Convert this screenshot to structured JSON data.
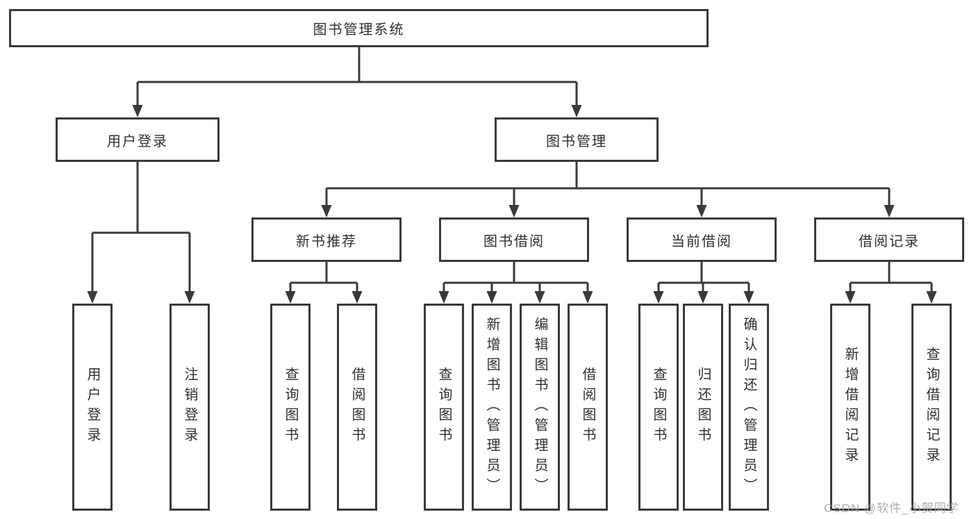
{
  "tree": {
    "root": {
      "label": "图书管理系统"
    },
    "branches": [
      {
        "label": "用户登录",
        "children": [
          {
            "label": "用户登录"
          },
          {
            "label": "注销登录"
          }
        ]
      },
      {
        "label": "图书管理",
        "groups": [
          {
            "label": "新书推荐",
            "children": [
              {
                "label": "查询图书"
              },
              {
                "label": "借阅图书"
              }
            ]
          },
          {
            "label": "图书借阅",
            "children": [
              {
                "label": "查询图书"
              },
              {
                "label": "新增图书（管理员）"
              },
              {
                "label": "编辑图书（管理员）"
              },
              {
                "label": "借阅图书"
              }
            ]
          },
          {
            "label": "当前借阅",
            "children": [
              {
                "label": "查询图书"
              },
              {
                "label": "归还图书"
              },
              {
                "label": "确认归还（管理员）"
              }
            ]
          },
          {
            "label": "借阅记录",
            "children": [
              {
                "label": "新增借阅记录"
              },
              {
                "label": "查询借阅记录"
              }
            ]
          }
        ]
      }
    ]
  },
  "watermark": {
    "text": "CSDN @软件_小贺同学"
  },
  "colors": {
    "line": "#3a3a3a",
    "text": "#303030",
    "boxbg": "#ffffff",
    "pagebg": "#ffffff",
    "watermarkcolor": "#a0a0a0"
  }
}
